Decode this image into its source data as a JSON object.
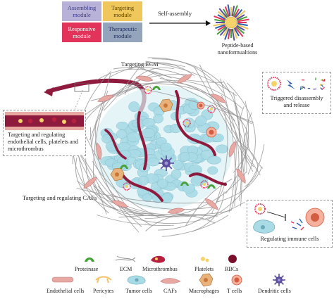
{
  "modules": {
    "assembling": {
      "label": "Assembling module",
      "color": "#b9b2d8"
    },
    "targeting": {
      "label": "Targeting module",
      "color": "#f0c75a"
    },
    "responsive": {
      "label": "Responsive module",
      "color": "#e2335a"
    },
    "therapeutic": {
      "label": "Therapeutic module",
      "color": "#95a4bd"
    }
  },
  "assembly": {
    "arrow_label": "Self-assembly",
    "product_label": "Peptide-based nanoformualtions"
  },
  "labels": {
    "targeting_ecm": "Targeting ECM",
    "endothelial_box": "Targeting and regulating endothelial cells, platelets and microthrombus",
    "disassembly_box": "Triggered disassembly and release",
    "cafs": "Targeting and regulating CAFs",
    "immune_box": "Regulating immune cells"
  },
  "legend": {
    "row1": [
      "Proteinase",
      "ECM",
      "Microthrombus",
      "Platelets",
      "RBCs"
    ],
    "row2": [
      "Endothelial cells",
      "Pericytes",
      "Tumor cells",
      "CAFs",
      "Macrophages",
      "T cells",
      "Dendritic cells"
    ]
  },
  "colors": {
    "tumor": "#a9dbe6",
    "ecm": "#8f8f8f",
    "vessel": "#8e1b3e",
    "caf": "#e8a9a3",
    "macrophage": "#e9b27a",
    "tcell": "#f08b73",
    "dendritic": "#5a4d9c",
    "proteinase": "#46a13b",
    "platelet": "#f3d36a",
    "rbc": "#7a0f2c"
  }
}
